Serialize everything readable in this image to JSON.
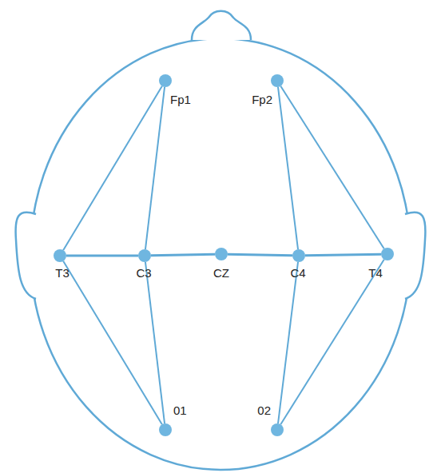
{
  "diagram": {
    "nodes": [
      {
        "text": [
          "Fp1"
        ]
      },
      {
        "text": [
          "Fp2"
        ]
      },
      {
        "text": [
          "T3"
        ]
      },
      {
        "text": [
          "C3"
        ]
      },
      {
        "text": [
          "CZ"
        ]
      },
      {
        "text": [
          "C4"
        ]
      },
      {
        "text": [
          "T4"
        ]
      },
      {
        "text": [
          "01"
        ]
      },
      {
        "text": [
          "02"
        ]
      }
    ],
    "edges": [
      {
        "from": 0,
        "to": 2,
        "arrow": "none"
      },
      {
        "from": 0,
        "to": 3,
        "arrow": "none"
      },
      {
        "from": 1,
        "to": 5,
        "arrow": "none"
      },
      {
        "from": 1,
        "to": 6,
        "arrow": "none"
      },
      {
        "from": 2,
        "to": 3,
        "arrow": "none"
      },
      {
        "from": 3,
        "to": 4,
        "arrow": "none"
      },
      {
        "from": 4,
        "to": 5,
        "arrow": "none"
      },
      {
        "from": 5,
        "to": 6,
        "arrow": "none"
      },
      {
        "from": 2,
        "to": 7,
        "arrow": "none"
      },
      {
        "from": 3,
        "to": 7,
        "arrow": "none"
      },
      {
        "from": 5,
        "to": 8,
        "arrow": "none"
      },
      {
        "from": 6,
        "to": 8,
        "arrow": "none"
      }
    ]
  }
}
